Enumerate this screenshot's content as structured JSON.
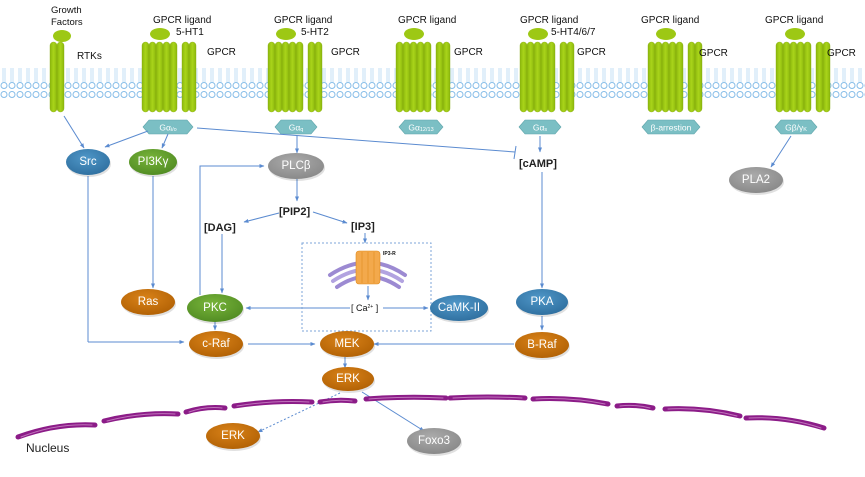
{
  "title": "Serotonin receptor signaling pathway",
  "colors": {
    "receptor": "#9dc814",
    "membrane": "#7fb7e6",
    "gprotein": "#7bbfc4",
    "blue_node": "#3c82b4",
    "green_node": "#64a02c",
    "orange_node": "#c8700a",
    "gray_node": "#9a9a9a",
    "edge": "#5b8bd0",
    "nucleus": "#8c1c88",
    "er": "#9c8ad2",
    "ip3r": "#f3a94c"
  },
  "receptors": [
    {
      "id": "rtk",
      "ligand_label": "Growth Factors",
      "subtype": "",
      "receptor_label": "RTKs",
      "gprotein": ""
    },
    {
      "id": "r1",
      "ligand_label": "GPCR ligand",
      "subtype": "5-HT1",
      "receptor_label": "GPCR",
      "gprotein": "Gαi/o"
    },
    {
      "id": "r2",
      "ligand_label": "GPCR ligand",
      "subtype": "5-HT2",
      "receptor_label": "GPCR",
      "gprotein": "Gαq"
    },
    {
      "id": "r3",
      "ligand_label": "GPCR ligand",
      "subtype": "",
      "receptor_label": "GPCR",
      "gprotein": "Gα12/13"
    },
    {
      "id": "r4",
      "ligand_label": "GPCR ligand",
      "subtype": "5-HT4/6/7",
      "receptor_label": "GPCR",
      "gprotein": "Gαs"
    },
    {
      "id": "r5",
      "ligand_label": "GPCR ligand",
      "subtype": "",
      "receptor_label": "GPCR",
      "gprotein": "β-arrestion"
    },
    {
      "id": "r6",
      "ligand_label": "GPCR ligand",
      "subtype": "",
      "receptor_label": "GPCR",
      "gprotein": "Gβ/γK"
    }
  ],
  "gproteins_display": {
    "gi": {
      "main": "Gα",
      "sub": "i/o"
    },
    "gq": {
      "main": "Gα",
      "sub": "q"
    },
    "g12": {
      "main": "Gα",
      "sub": "12/13"
    },
    "gs": {
      "main": "Gα",
      "sub": "s"
    },
    "barr": {
      "main": "β-arrestion",
      "sub": ""
    },
    "gbg": {
      "main": "Gβ/γ",
      "sub": "K"
    }
  },
  "nodes": {
    "src": "Src",
    "pi3k": "PI3Kγ",
    "plcb": "PLCβ",
    "pla2": "PLA2",
    "ras": "Ras",
    "pkc": "PKC",
    "camk": "CaMK-II",
    "pka": "PKA",
    "craf": "c-Raf",
    "mek": "MEK",
    "braf": "B-Raf",
    "erk": "ERK",
    "erk_nuc": "ERK",
    "foxo3": "Foxo3"
  },
  "molecules": {
    "camp": "[cAMP]",
    "pip2": "[PIP2]",
    "dag": "[DAG]",
    "ip3": "[IP3]",
    "ca_open": "[ Ca",
    "ca_sup": "2+",
    "ca_close": " ]"
  },
  "er_label": "IP3-R",
  "nucleus_label": "Nucleus"
}
